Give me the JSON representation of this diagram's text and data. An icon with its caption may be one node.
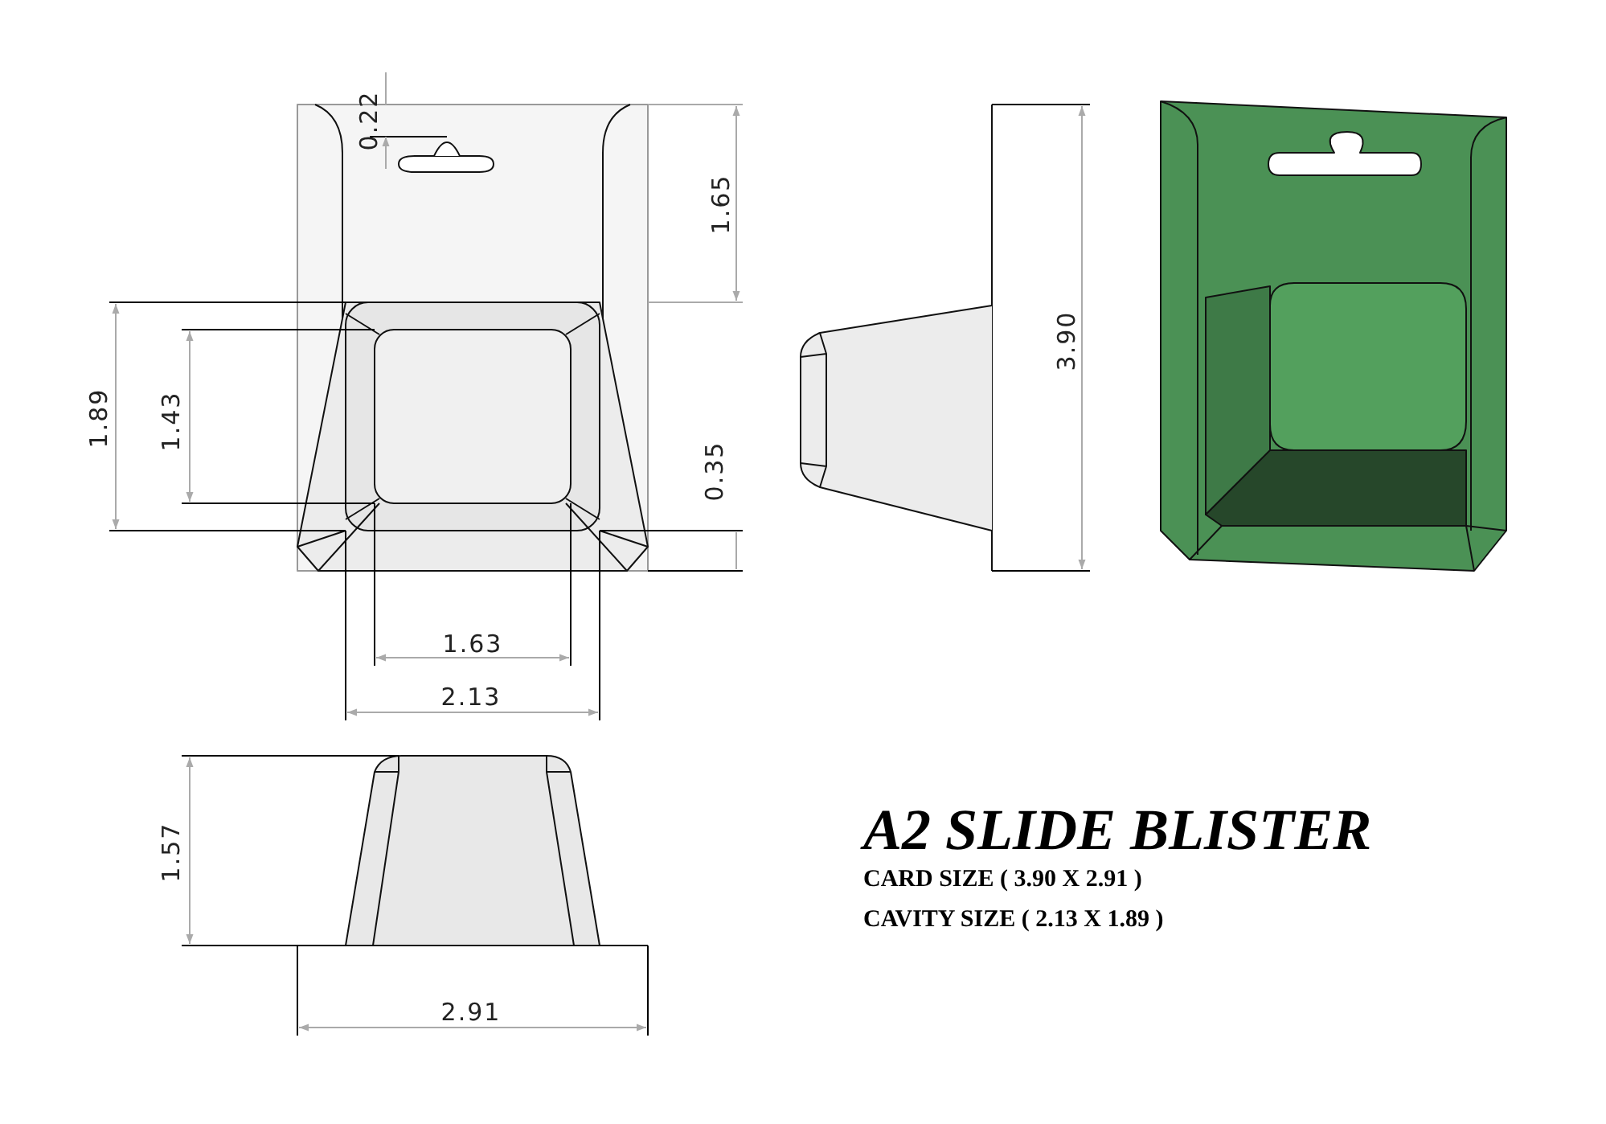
{
  "diagram": {
    "title": "A2 SLIDE BLISTER",
    "labels": [
      "0.22",
      "1.65",
      "3.90",
      "1.89",
      "1.43",
      "0.35",
      "1.63",
      "2.13",
      "1.57",
      "2.91",
      "CARD SIZE ( 3.90 X 2.91 )",
      "CAVITY SIZE ( 2.13 X 1.89 )"
    ]
  }
}
